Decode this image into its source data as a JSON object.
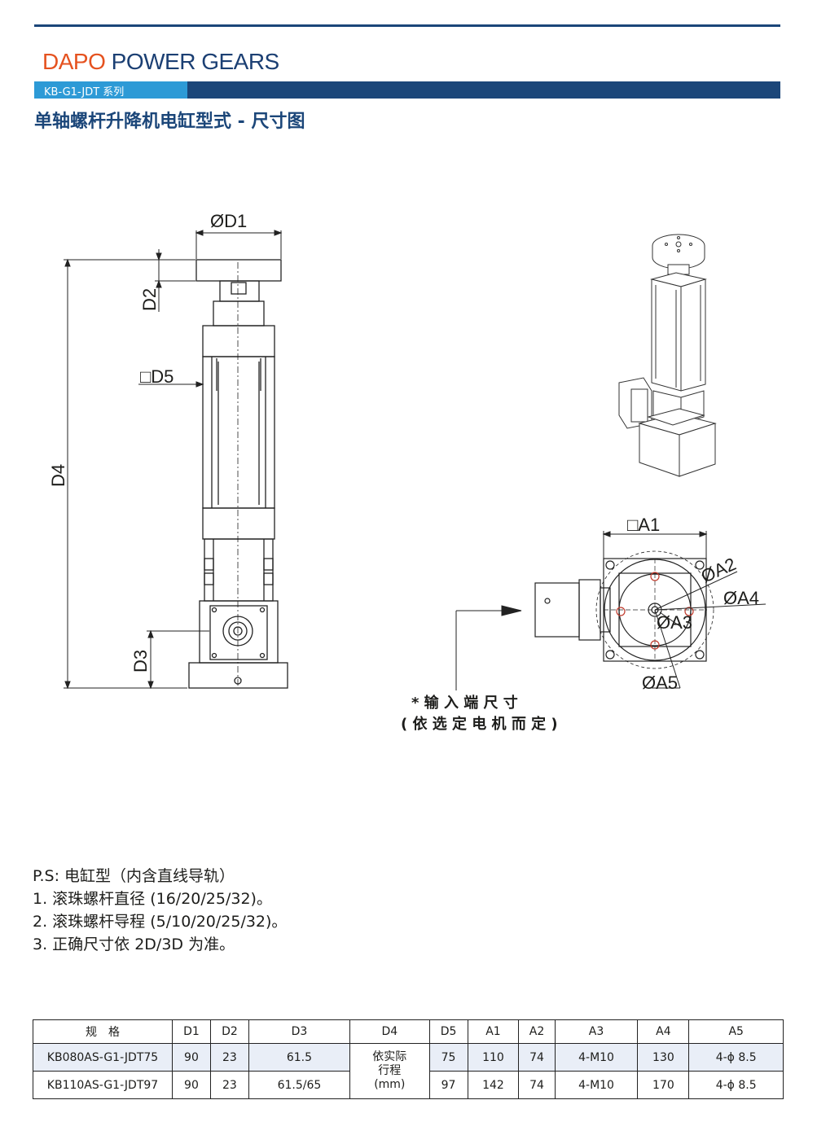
{
  "header": {
    "brand_part1": "DAPO",
    "brand_part2": "POWER GEARS",
    "series": "KB-G1-JDT 系列",
    "title": "单轴螺杆升降机电缸型式 - 尺寸图"
  },
  "drawing": {
    "labels": {
      "d1": "ØD1",
      "d2": "D2",
      "d3": "D3",
      "d4": "D4",
      "d5": "□D5",
      "a1": "□A1",
      "a2": "ØA2",
      "a3": "ØA3",
      "a4": "ØA4",
      "a5": "ØA5"
    },
    "input_note_line1": "* 输 入 端 尺 寸",
    "input_note_line2": "( 依 选 定 电 机 而 定 )"
  },
  "notes": [
    "P.S: 电缸型（内含直线导轨）",
    "1. 滚珠螺杆直径 (16/20/25/32)。",
    "2. 滚珠螺杆导程 (5/10/20/25/32)。",
    "3. 正确尺寸依 2D/3D 为准。"
  ],
  "table": {
    "headers": [
      "规　格",
      "D1",
      "D2",
      "D3",
      "D4",
      "D5",
      "A1",
      "A2",
      "A3",
      "A4",
      "A5"
    ],
    "rows": [
      [
        "KB080AS-G1-JDT75",
        "90",
        "23",
        "61.5",
        "",
        "75",
        "110",
        "74",
        "4-M10",
        "130",
        "4-ϕ 8.5"
      ],
      [
        "KB110AS-G1-JDT97",
        "90",
        "23",
        "61.5/65",
        "",
        "97",
        "142",
        "74",
        "4-M10",
        "170",
        "4-ϕ 8.5"
      ]
    ],
    "d4_merged_line1": "依实际",
    "d4_merged_line2": "行程",
    "d4_merged_line3": "(mm)"
  }
}
